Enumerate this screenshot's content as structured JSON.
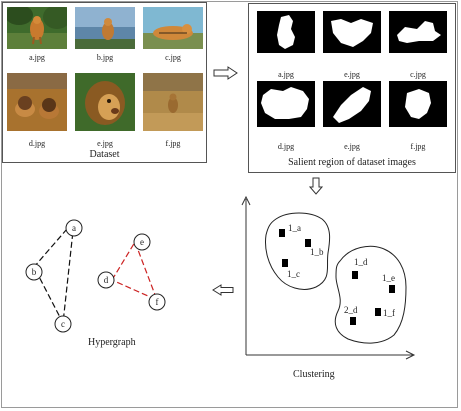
{
  "dataset_panel": {
    "title": "Dataset",
    "images": [
      {
        "label": "a.jpg"
      },
      {
        "label": "b.jpg"
      },
      {
        "label": "c.jpg"
      },
      {
        "label": "d.jpg"
      },
      {
        "label": "e.jpg"
      },
      {
        "label": "f.jpg"
      }
    ]
  },
  "salient_panel": {
    "title": "Salient region of dataset images",
    "images": [
      {
        "label": "a.jpg"
      },
      {
        "label": "e.jpg"
      },
      {
        "label": "c.jpg"
      },
      {
        "label": "d.jpg"
      },
      {
        "label": "e.jpg"
      },
      {
        "label": "f.jpg"
      }
    ]
  },
  "clustering": {
    "title": "Clustering",
    "cluster1": [
      "1_a",
      "1_b",
      "1_c"
    ],
    "cluster2": [
      "1_d",
      "1_e",
      "2_d",
      "1_f"
    ]
  },
  "hypergraph": {
    "title": "Hypergraph",
    "nodes": [
      "a",
      "b",
      "c",
      "d",
      "e",
      "f"
    ],
    "colors": {
      "edge1": "#111111",
      "edge2": "#cc2222"
    }
  }
}
